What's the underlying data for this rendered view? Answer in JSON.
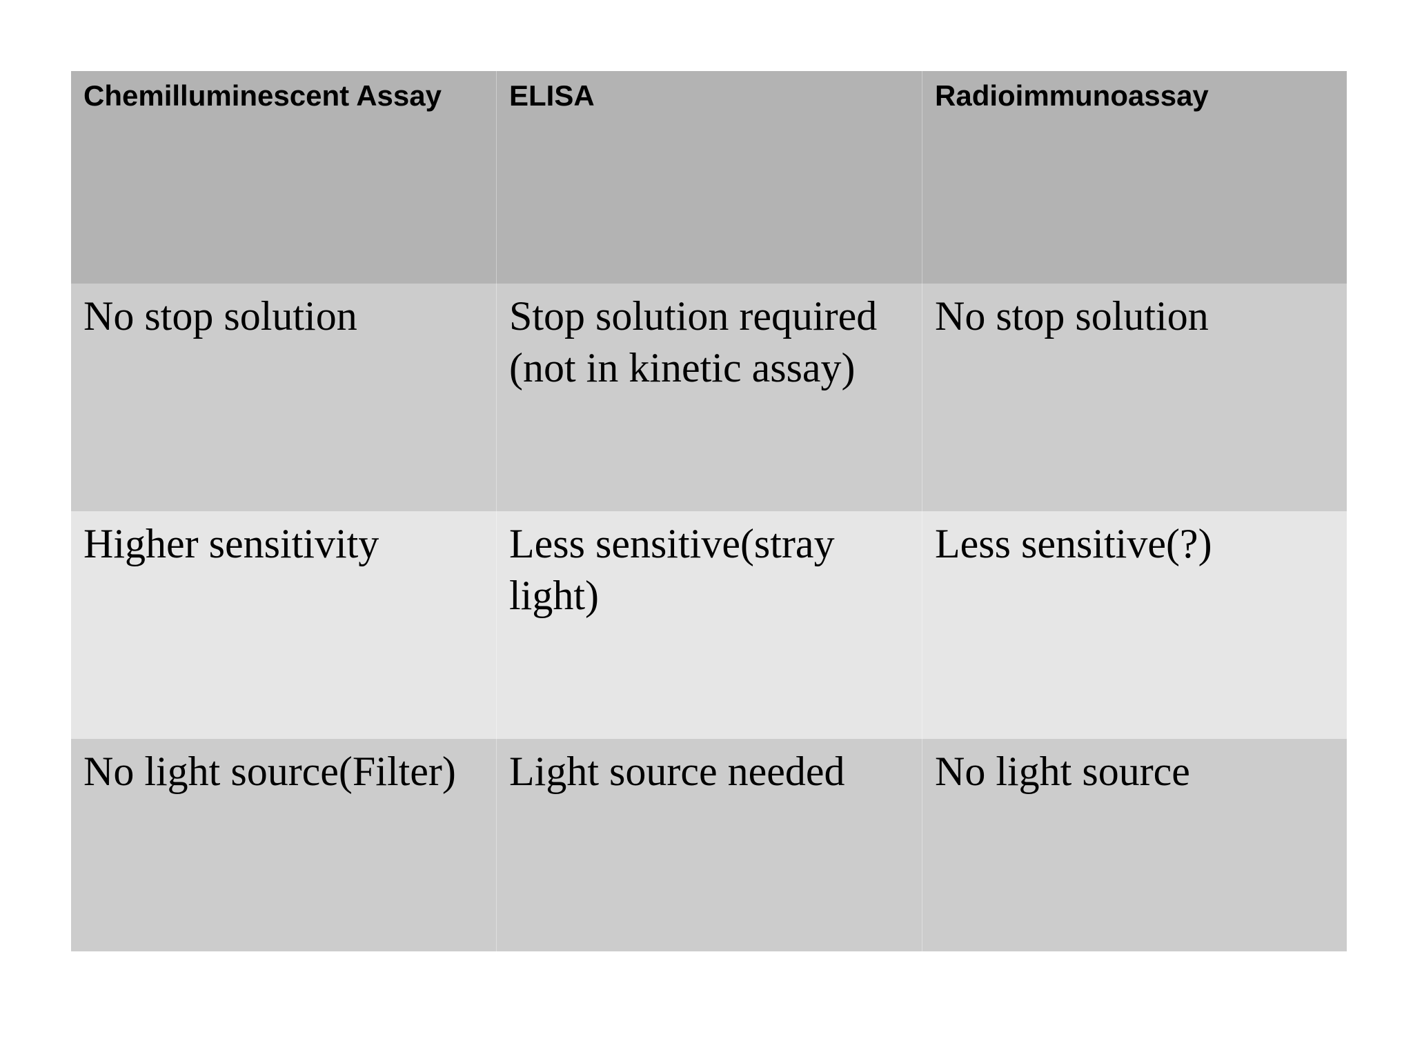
{
  "table": {
    "headers": [
      "Chemilluminescent Assay",
      "ELISA",
      "Radioimmunoassay"
    ],
    "rows": [
      [
        "No stop solution",
        "Stop solution required (not in kinetic assay)",
        "No stop solution"
      ],
      [
        "Higher sensitivity",
        "Less sensitive(stray light)",
        "Less sensitive(?)"
      ],
      [
        "No light source(Filter)",
        "Light source needed",
        "No light source"
      ]
    ]
  },
  "colors": {
    "header_bg": "#b3b3b3",
    "row_dark_bg": "#cccccc",
    "row_light_bg": "#e6e6e6",
    "text": "#000000",
    "page_bg": "#ffffff"
  }
}
